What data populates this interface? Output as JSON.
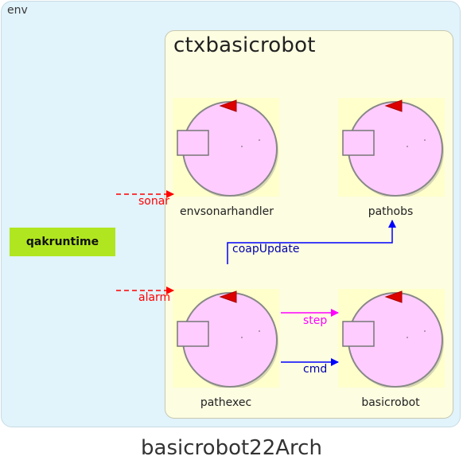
{
  "diagram": {
    "title": "basicrobot22Arch",
    "env_label": "env",
    "context_label": "ctxbasicrobot",
    "external_node": "qakruntime",
    "actors": [
      {
        "id": "envsonarhandler",
        "label": "envsonarhandler"
      },
      {
        "id": "pathobs",
        "label": "pathobs"
      },
      {
        "id": "pathexec",
        "label": "pathexec"
      },
      {
        "id": "basicrobot",
        "label": "basicrobot"
      }
    ],
    "messages": [
      {
        "label": "sonar",
        "from": "external",
        "to": "envsonarhandler",
        "style": "dashed",
        "color": "#ff0000"
      },
      {
        "label": "alarm",
        "from": "external",
        "to": "pathexec",
        "style": "dashed",
        "color": "#ff0000"
      },
      {
        "label": "coapUpdate",
        "from": "pathexec",
        "to": "pathobs",
        "style": "solid",
        "color": "#0000ff"
      },
      {
        "label": "step",
        "from": "pathexec",
        "to": "basicrobot",
        "style": "solid",
        "color": "#ff00ff"
      },
      {
        "label": "cmd",
        "from": "pathexec",
        "to": "basicrobot",
        "style": "solid",
        "color": "#0000ff"
      }
    ],
    "colors": {
      "env_bg": "#e1f3fb",
      "context_bg": "#fdfde1",
      "external_node_bg": "#b0e620",
      "actor_body": "#ffccff",
      "actor_tile_bg": "#ffffcc"
    }
  }
}
